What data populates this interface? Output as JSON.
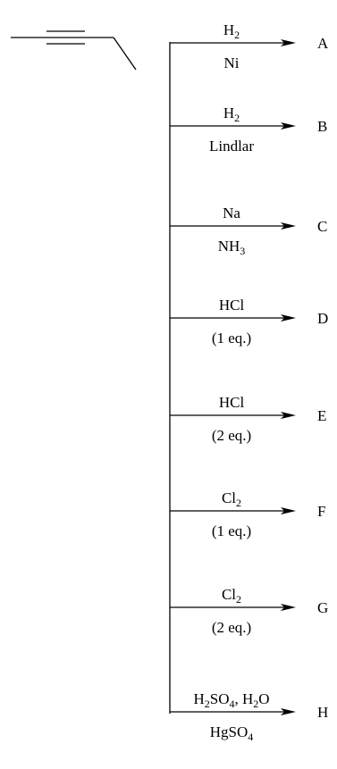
{
  "reactions": [
    {
      "top": [
        {
          "t": "H"
        },
        {
          "t": "2",
          "sub": true
        }
      ],
      "bottom": [
        {
          "t": "Ni"
        }
      ],
      "product": "A"
    },
    {
      "top": [
        {
          "t": "H"
        },
        {
          "t": "2",
          "sub": true
        }
      ],
      "bottom": [
        {
          "t": "Lindlar"
        }
      ],
      "product": "B"
    },
    {
      "top": [
        {
          "t": "Na"
        }
      ],
      "bottom": [
        {
          "t": "NH"
        },
        {
          "t": "3",
          "sub": true
        }
      ],
      "product": "C"
    },
    {
      "top": [
        {
          "t": "HCl"
        }
      ],
      "bottom": [
        {
          "t": "(1 eq.)"
        }
      ],
      "product": "D"
    },
    {
      "top": [
        {
          "t": "HCl"
        }
      ],
      "bottom": [
        {
          "t": "(2 eq.)"
        }
      ],
      "product": "E"
    },
    {
      "top": [
        {
          "t": "Cl"
        },
        {
          "t": "2",
          "sub": true
        }
      ],
      "bottom": [
        {
          "t": "(1 eq.)"
        }
      ],
      "product": "F"
    },
    {
      "top": [
        {
          "t": "Cl"
        },
        {
          "t": "2",
          "sub": true
        }
      ],
      "bottom": [
        {
          "t": "(2 eq.)"
        }
      ],
      "product": "G"
    },
    {
      "top": [
        {
          "t": "H"
        },
        {
          "t": "2",
          "sub": true
        },
        {
          "t": "SO"
        },
        {
          "t": "4",
          "sub": true
        },
        {
          "t": ", H"
        },
        {
          "t": "2",
          "sub": true
        },
        {
          "t": "O"
        }
      ],
      "bottom": [
        {
          "t": "HgSO"
        },
        {
          "t": "4",
          "sub": true
        }
      ],
      "product": "H"
    }
  ],
  "colors": {
    "ink": "#000000",
    "background": "#ffffff"
  }
}
